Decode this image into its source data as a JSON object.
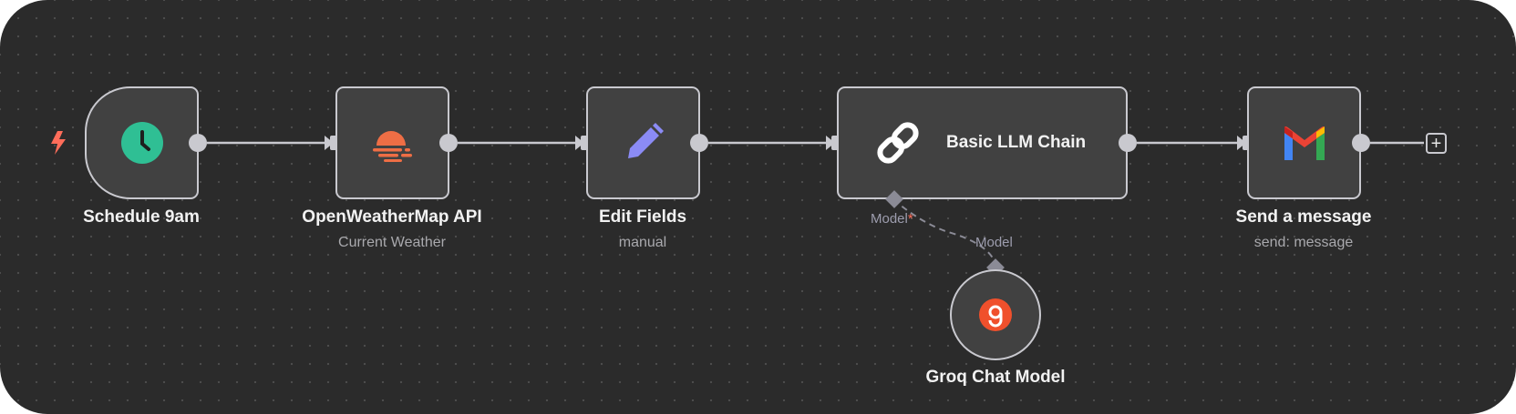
{
  "nodes": {
    "schedule": {
      "label": "Schedule 9am"
    },
    "weather": {
      "label": "OpenWeatherMap API",
      "sublabel": "Current Weather"
    },
    "edit": {
      "label": "Edit Fields",
      "sublabel": "manual"
    },
    "llm": {
      "label": "Basic LLM Chain"
    },
    "gmail": {
      "label": "Send a message",
      "sublabel": "send: message"
    },
    "groq": {
      "label": "Groq Chat Model"
    }
  },
  "ports": {
    "llm_model_label": "Model",
    "llm_model_required": "*",
    "groq_model_label": "Model"
  },
  "add_button": "+",
  "icons": {
    "trigger": "lightning-bolt-icon",
    "schedule": "clock-icon",
    "weather": "sun-weather-icon",
    "edit": "pencil-icon",
    "llm": "chain-link-icon",
    "gmail": "gmail-icon",
    "groq": "groq-icon"
  },
  "colors": {
    "canvas": "#2b2b2b",
    "node": "#414141",
    "border": "#c9c9cf",
    "accent": "#ff6d5a",
    "clock": "#2fbf94",
    "weather": "#ee6e45",
    "pencil": "#8b8bf5",
    "groq": "#f0502c"
  }
}
